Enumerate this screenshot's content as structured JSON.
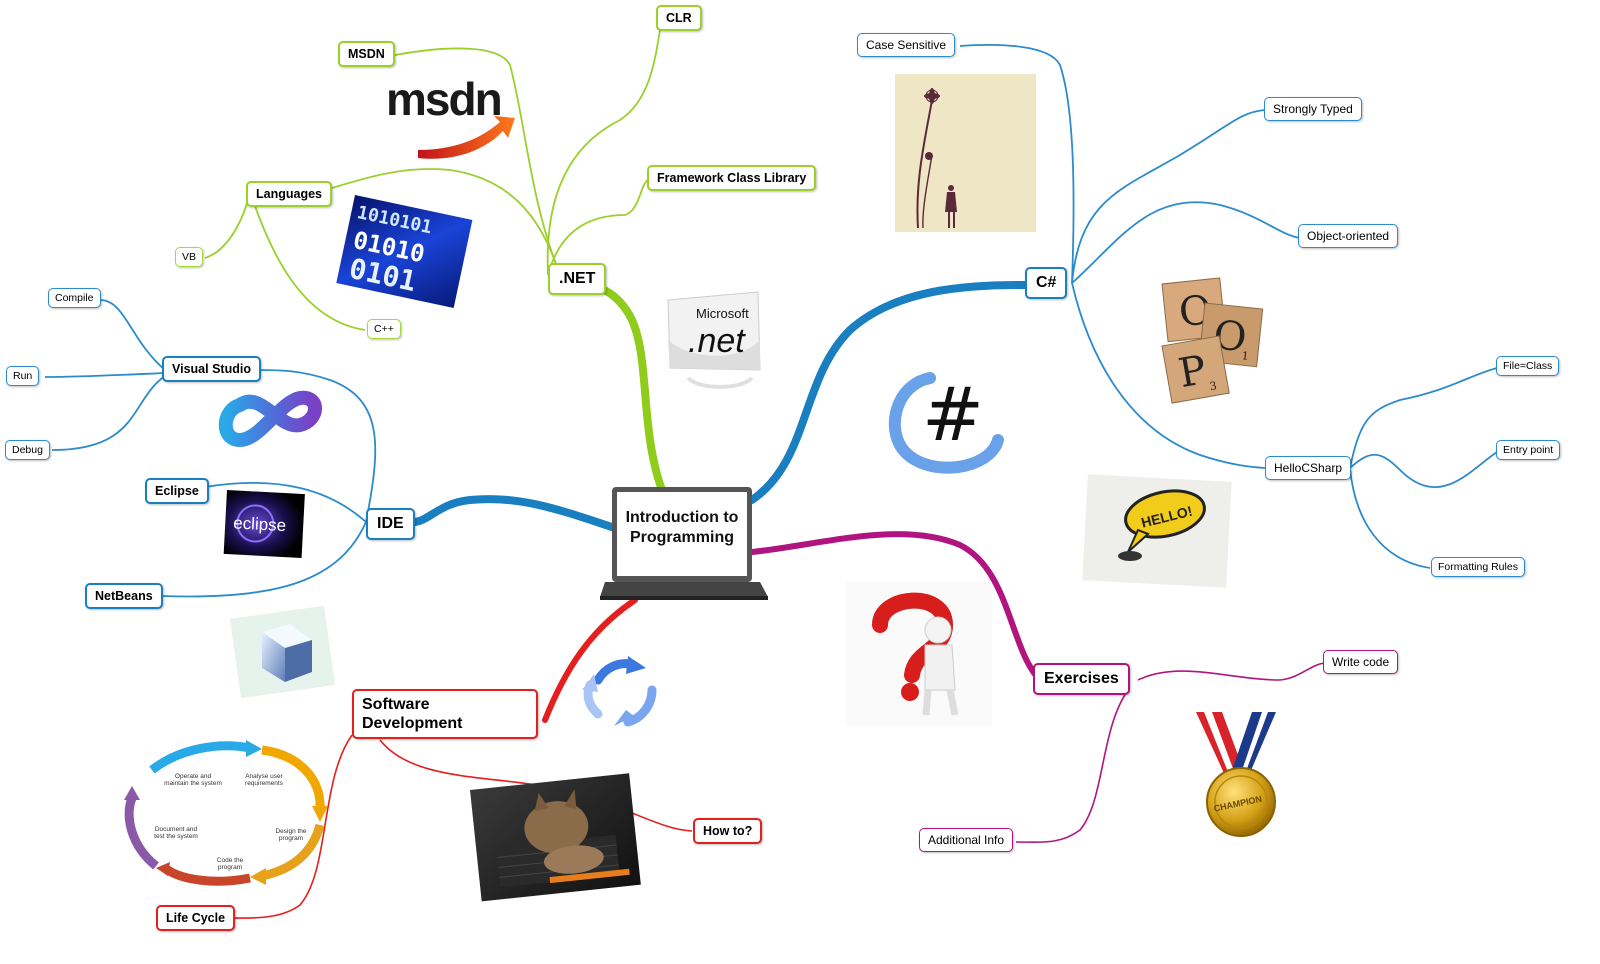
{
  "central": {
    "line1": "Introduction to",
    "line2": "Programming"
  },
  "net": {
    "label": ".NET",
    "languages": "Languages",
    "vb": "VB",
    "cpp": "C++",
    "msdn": "MSDN",
    "clr": "CLR",
    "fcl": "Framework Class Library",
    "msdn_logo": "msdn",
    "binary_rows": [
      "1010101",
      "01010",
      "0101"
    ],
    "ms_net_logo": {
      "top": "Microsoft",
      "big": ".net"
    }
  },
  "csharp": {
    "label": "C#",
    "case_sensitive": "Case Sensitive",
    "strongly_typed": "Strongly Typed",
    "object_oriented": "Object-oriented",
    "hellocsharp": "HelloCSharp",
    "file_class": "File=Class",
    "entry_point": "Entry point",
    "formatting_rules": "Formatting Rules",
    "oop_tiles": [
      {
        "letter": "O",
        "sub": ""
      },
      {
        "letter": "O",
        "sub": "1"
      },
      {
        "letter": "P",
        "sub": "3"
      }
    ],
    "hash_symbol": "#",
    "hello_text": "HELLO!"
  },
  "ide": {
    "label": "IDE",
    "visual_studio": "Visual Studio",
    "compile": "Compile",
    "run": "Run",
    "debug": "Debug",
    "eclipse": "Eclipse",
    "netbeans": "NetBeans",
    "eclipse_logo": "eclipse"
  },
  "softdev": {
    "line1": "Software",
    "line2": "Development",
    "how_to": "How to?",
    "life_cycle": "Life Cycle",
    "cycle_steps": [
      {
        "l1": "Operate and",
        "l2": "maintain the system"
      },
      {
        "l1": "Analyse user",
        "l2": "requirements"
      },
      {
        "l1": "Design the",
        "l2": "program"
      },
      {
        "l1": "Code the",
        "l2": "program"
      },
      {
        "l1": "Document and",
        "l2": "test the system"
      }
    ]
  },
  "exercises": {
    "label": "Exercises",
    "write_code": "Write code",
    "additional_info": "Additional Info",
    "medal_text": "CHAMPION"
  },
  "colors": {
    "net": "#8fcc1b",
    "csharp": "#1a7fc1",
    "ide": "#1a7fc1",
    "softdev": "#e51e1e",
    "exercises": "#b0157f"
  }
}
